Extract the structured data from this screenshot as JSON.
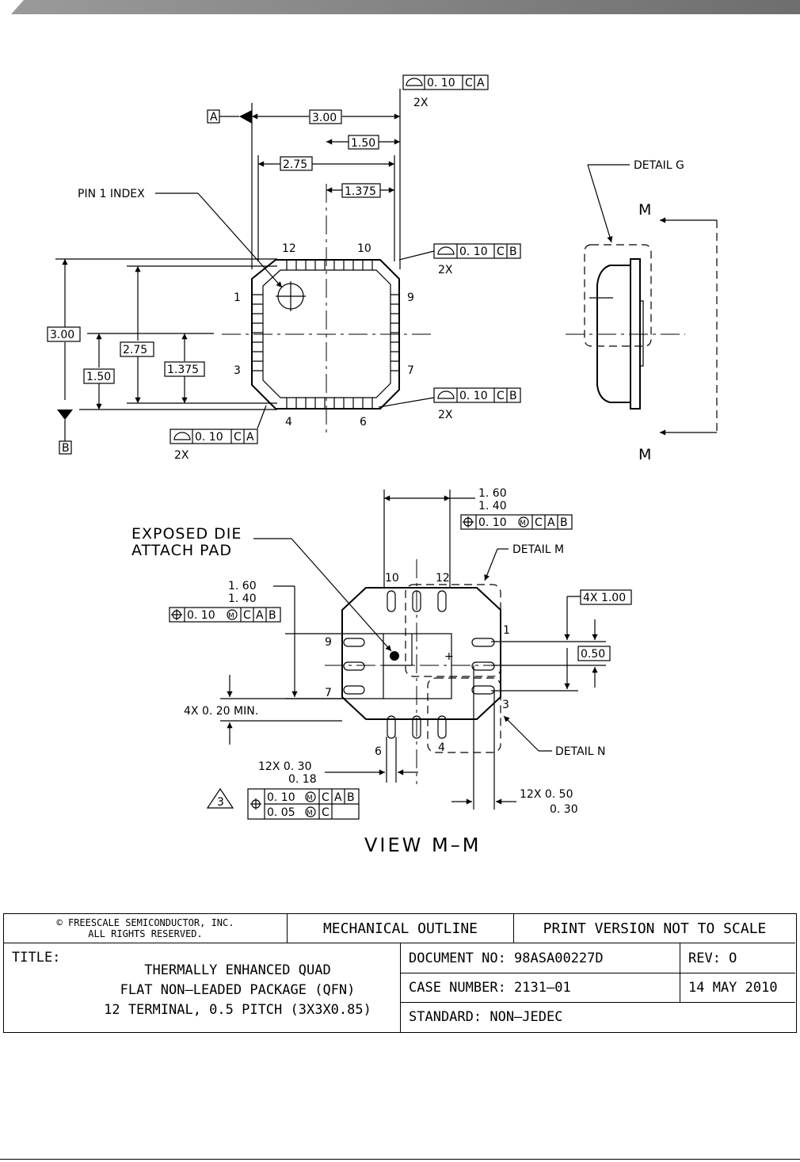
{
  "top_view": {
    "datum_a": "A",
    "datum_b": "B",
    "dims": {
      "width": "3.00",
      "half_width": "1.50",
      "body_width": "2.75",
      "half_body_width": "1.375",
      "height": "3.00",
      "body_height": "2.75",
      "half_height": "1.50",
      "half_body_height": "1.375"
    },
    "pin1_index_label": "PIN 1 INDEX",
    "pins": {
      "p1": "1",
      "p3": "3",
      "p4": "4",
      "p6": "6",
      "p7": "7",
      "p9": "9",
      "p10": "10",
      "p12": "12"
    },
    "fcf": {
      "top": [
        "0. 10",
        "C",
        "A"
      ],
      "right_top": [
        "0. 10",
        "C",
        "B"
      ],
      "right_bottom": [
        "0. 10",
        "C",
        "B"
      ],
      "bottom_left": [
        "0. 10",
        "C",
        "A"
      ],
      "multiplier": "2X"
    }
  },
  "side_view": {
    "detail_g": "DETAIL G",
    "section_mark": "M"
  },
  "bottom_view": {
    "pitch_dims": [
      "1. 60",
      "1. 40"
    ],
    "fcf_position": [
      "0. 10",
      "C",
      "A",
      "B"
    ],
    "exposed_pad_label": [
      "EXPOSED DIE",
      "ATTACH PAD"
    ],
    "detail_m": "DETAIL M",
    "detail_n": "DETAIL N",
    "left_dims": [
      "1. 60",
      "1. 40"
    ],
    "fcf_left": [
      "0. 10",
      "C",
      "A",
      "B"
    ],
    "pitch_4x": "4X 1.00",
    "pitch_050": "0.50",
    "min_gap": "4X 0. 20 MIN.",
    "lead_width": [
      "12X 0. 30",
      "0. 18"
    ],
    "lead_length": [
      "12X 0. 50",
      "0. 30"
    ],
    "note_ref": "3",
    "fcf_lead_1": [
      "0. 10",
      "C",
      "A",
      "B"
    ],
    "fcf_lead_2": [
      "0. 05",
      "C"
    ],
    "pins": {
      "p1": "1",
      "p3": "3",
      "p4": "4",
      "p6": "6",
      "p7": "7",
      "p9": "9",
      "p10": "10",
      "p12": "12"
    },
    "view_title": "VIEW M–M"
  },
  "title_block": {
    "copyright_line1": "© FREESCALE SEMICONDUCTOR, INC.",
    "copyright_line2": "ALL RIGHTS RESERVED.",
    "mechanical_outline": "MECHANICAL OUTLINE",
    "print_version": "PRINT VERSION NOT TO SCALE",
    "title_label": "TITLE:",
    "title_line1": "THERMALLY ENHANCED QUAD",
    "title_line2": "FLAT NON–LEADED PACKAGE (QFN)",
    "title_line3": "12 TERMINAL, 0.5 PITCH (3X3X0.85)",
    "document_no": "DOCUMENT NO: 98ASA00227D",
    "rev": "REV: O",
    "case_number": "CASE NUMBER: 2131–01",
    "date": "14 MAY 2010",
    "standard": "STANDARD: NON–JEDEC"
  }
}
